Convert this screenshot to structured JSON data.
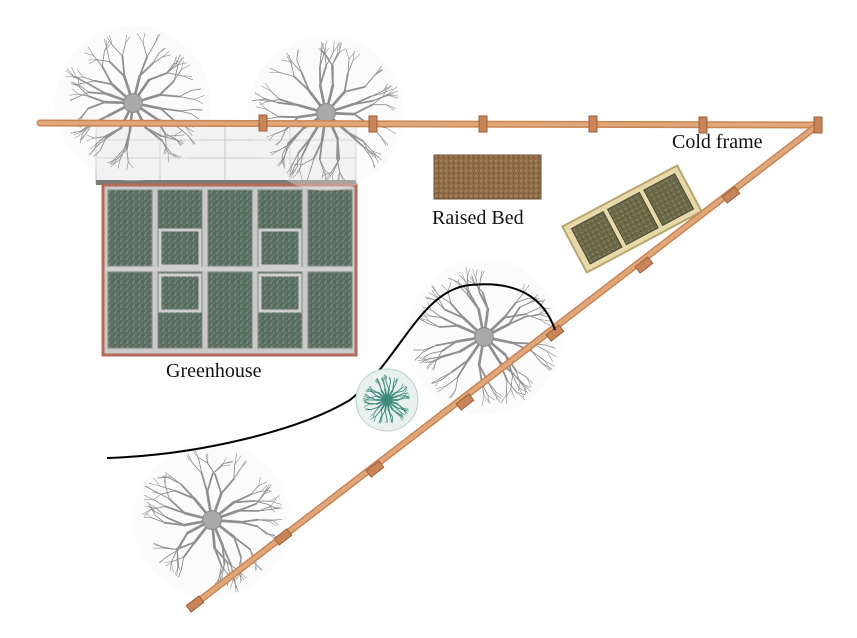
{
  "labels": {
    "greenhouse": "Greenhouse",
    "raised_bed": "Raised Bed",
    "cold_frame": "Cold frame"
  },
  "colors": {
    "fence": "#d79a6c",
    "fence_post": "#c98457",
    "tree": "#8f8f8f",
    "tree_center": "#a9a9a9",
    "shrub": "#3f8a7c",
    "greenhouse_frame": "#c9c9c9",
    "greenhouse_panel": "#55695c",
    "greenhouse_border": "#b56a5a",
    "raised_bed": "#8f6b47",
    "cold_frame_wood": "#e7d9a9",
    "cold_frame_soil": "#6d6a49",
    "path": "#000000"
  },
  "icons": [
    "tree-icon",
    "shrub-icon"
  ]
}
